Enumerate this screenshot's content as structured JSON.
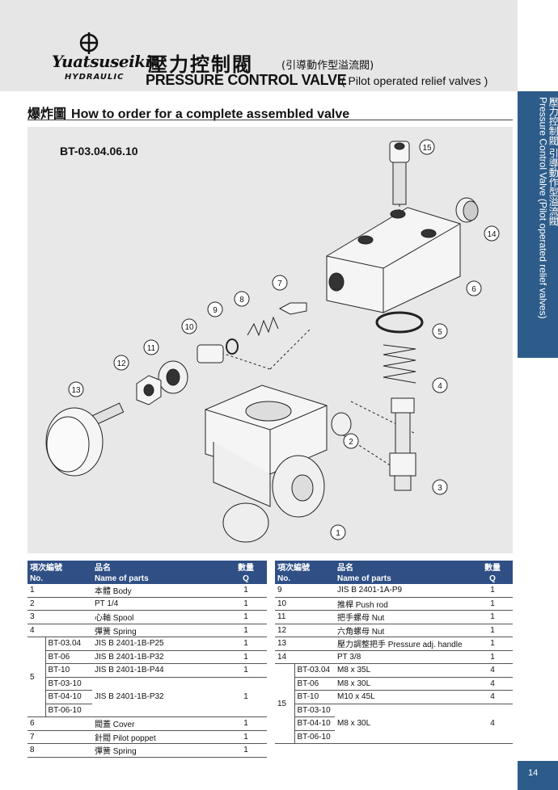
{
  "brand": {
    "name": "Yuatsuseiki",
    "sub": "HYDRAULIC"
  },
  "title": {
    "zh": "壓力控制閥",
    "zh_sub": "(引導動作型溢流閥)",
    "en": "PRESSURE CONTROL VALVE",
    "en_sub": "( Pilot operated relief valves )"
  },
  "section": {
    "zh": "爆炸圖",
    "en": "How to order for a complete assembled valve"
  },
  "side_tab": {
    "zh": "壓力控制閥 引導動作型溢流閥",
    "en": "Pressure Control Valve (Pilot operated relief valves)"
  },
  "diagram": {
    "model": "BT-03.04.06.10",
    "callouts": [
      "1",
      "2",
      "3",
      "4",
      "5",
      "6",
      "7",
      "8",
      "9",
      "10",
      "11",
      "12",
      "13",
      "14",
      "15"
    ]
  },
  "table_headers": {
    "no_zh": "項次編號",
    "no_en": "No.",
    "name_zh": "品名",
    "name_en": "Name of parts",
    "q_zh": "數量",
    "q_en": "Q"
  },
  "left_rows": [
    {
      "no": "1",
      "model": "",
      "name": "本體 Body",
      "q": "1"
    },
    {
      "no": "2",
      "model": "",
      "name": "PT 1/4",
      "q": "1"
    },
    {
      "no": "3",
      "model": "",
      "name": "心軸 Spool",
      "q": "1"
    },
    {
      "no": "4",
      "model": "",
      "name": "彈簧 Spring",
      "q": "1"
    },
    {
      "no": "",
      "model": "BT-03.04",
      "name": "JIS B 2401-1B-P25",
      "q": "1"
    },
    {
      "no": "",
      "model": "BT-06",
      "name": "JIS B 2401-1B-P32",
      "q": "1"
    },
    {
      "no": "5",
      "model": "BT-10",
      "name": "JIS B 2401-1B-P44",
      "q": "1"
    },
    {
      "no": "",
      "model": "BT-03-10",
      "name": "",
      "q": ""
    },
    {
      "no": "",
      "model": "BT-04-10",
      "name": "JIS B 2401-1B-P32",
      "q": "1"
    },
    {
      "no": "",
      "model": "BT-06-10",
      "name": "",
      "q": ""
    },
    {
      "no": "6",
      "model": "",
      "name": "閥蓋 Cover",
      "q": "1"
    },
    {
      "no": "7",
      "model": "",
      "name": "針閥 Pilot poppet",
      "q": "1"
    },
    {
      "no": "8",
      "model": "",
      "name": "彈簧 Spring",
      "q": "1"
    }
  ],
  "right_rows": [
    {
      "no": "9",
      "model": "",
      "name": "JIS B 2401-1A-P9",
      "q": "1"
    },
    {
      "no": "10",
      "model": "",
      "name": "推桿 Push rod",
      "q": "1"
    },
    {
      "no": "11",
      "model": "",
      "name": "把手螺母 Nut",
      "q": "1"
    },
    {
      "no": "12",
      "model": "",
      "name": "六角螺母 Nut",
      "q": "1"
    },
    {
      "no": "13",
      "model": "",
      "name": "壓力調整把手 Pressure adj. handle",
      "q": "1"
    },
    {
      "no": "14",
      "model": "",
      "name": "PT 3/8",
      "q": "1"
    },
    {
      "no": "",
      "model": "BT-03.04",
      "name": "M8 x 35L",
      "q": "4"
    },
    {
      "no": "",
      "model": "BT-06",
      "name": "M8 x 30L",
      "q": "4"
    },
    {
      "no": "15",
      "model": "BT-10",
      "name": "M10 x 45L",
      "q": "4"
    },
    {
      "no": "",
      "model": "BT-03-10",
      "name": "",
      "q": ""
    },
    {
      "no": "",
      "model": "BT-04-10",
      "name": "M8 x 30L",
      "q": "4"
    },
    {
      "no": "",
      "model": "BT-06-10",
      "name": "",
      "q": ""
    }
  ],
  "page": "14"
}
